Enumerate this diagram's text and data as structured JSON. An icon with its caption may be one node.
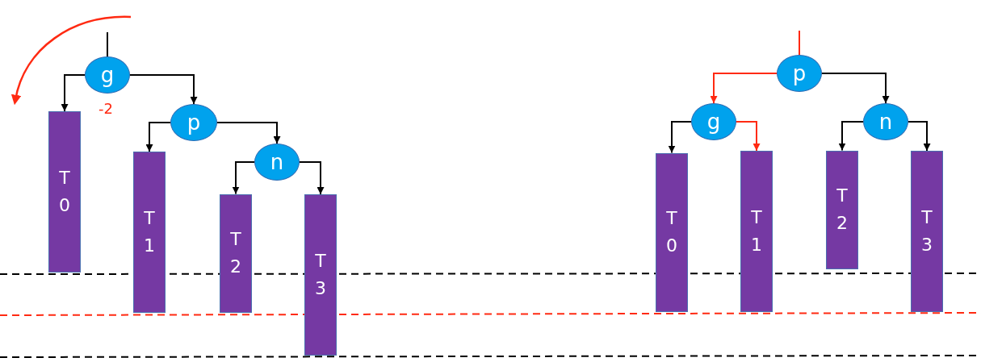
{
  "diagram": {
    "nodes": [
      {
        "text": [
          "g"
        ],
        "beside": [
          "-2"
        ]
      },
      {
        "text": [
          "p"
        ]
      },
      {
        "text": [
          "n"
        ]
      },
      {
        "text": [
          "T0"
        ]
      },
      {
        "text": [
          "T1"
        ]
      },
      {
        "text": [
          "T2"
        ]
      },
      {
        "text": [
          "T3"
        ]
      },
      {
        "text": [
          "p"
        ]
      },
      {
        "text": [
          "g"
        ]
      },
      {
        "text": [
          "n"
        ]
      },
      {
        "text": [
          "T0"
        ]
      },
      {
        "text": [
          "T1"
        ]
      },
      {
        "text": [
          "T2"
        ]
      },
      {
        "text": [
          "T3"
        ]
      }
    ],
    "edges": [
      {
        "from": null,
        "to": 0,
        "arrow": "none"
      },
      {
        "from": 0,
        "to": 3,
        "arrow": "to"
      },
      {
        "from": 0,
        "to": 1,
        "arrow": "to"
      },
      {
        "from": 1,
        "to": 4,
        "arrow": "to"
      },
      {
        "from": 1,
        "to": 2,
        "arrow": "to"
      },
      {
        "from": 2,
        "to": 5,
        "arrow": "to"
      },
      {
        "from": 2,
        "to": 6,
        "arrow": "to"
      },
      {
        "from": null,
        "to": 7,
        "arrow": "none",
        "color": "#ff2a12"
      },
      {
        "from": 7,
        "to": 8,
        "arrow": "to",
        "color": "#ff2a12"
      },
      {
        "from": 7,
        "to": 9,
        "arrow": "to"
      },
      {
        "from": 8,
        "to": 10,
        "arrow": "to"
      },
      {
        "from": 8,
        "to": 11,
        "arrow": "to",
        "color": "#ff2a12"
      },
      {
        "from": 9,
        "to": 12,
        "arrow": "to"
      },
      {
        "from": 9,
        "to": 13,
        "arrow": "to"
      }
    ]
  }
}
